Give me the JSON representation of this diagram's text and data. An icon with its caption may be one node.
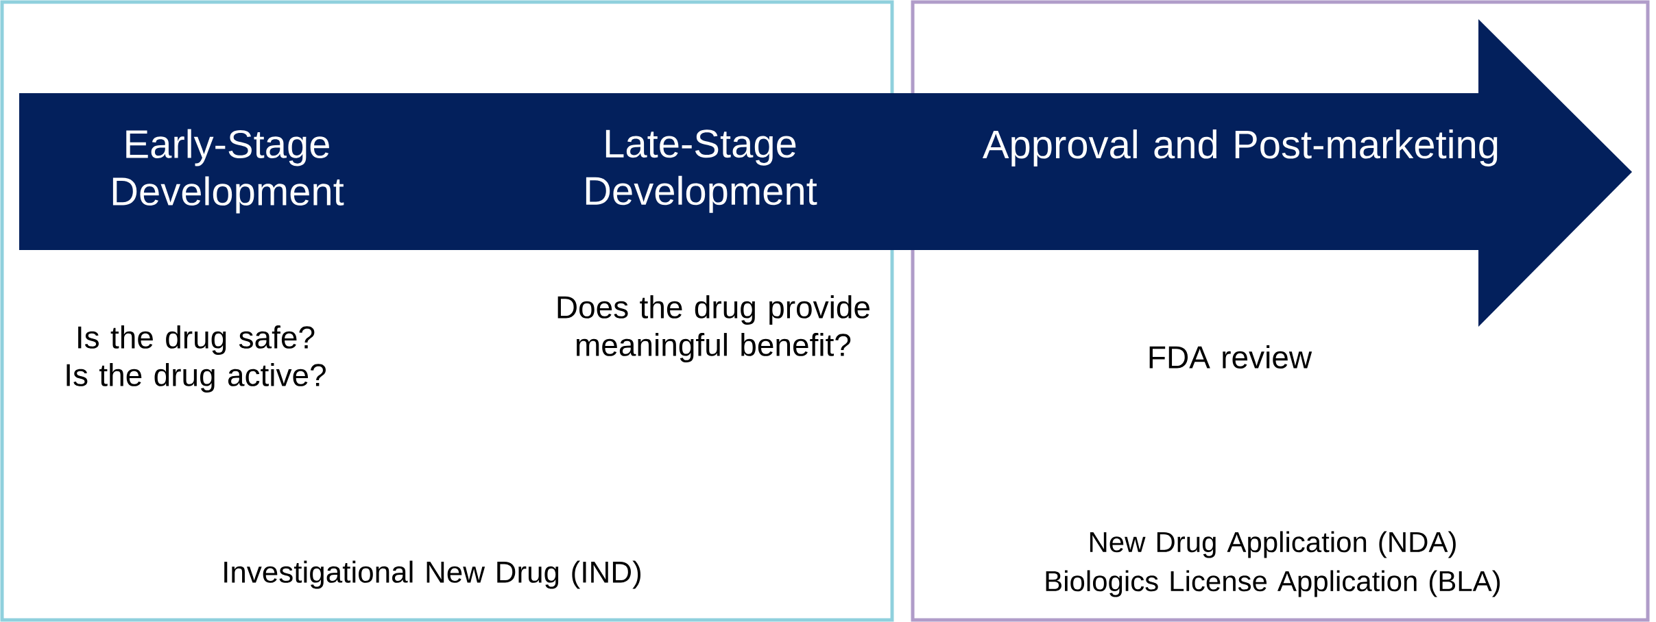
{
  "diagram": {
    "nodes": [
      {
        "text": [
          "Is the drug safe? Is the drug active?",
          "Does the drug provide meaningful benefit?",
          "Investigational New Drug (IND)"
        ]
      },
      {
        "text": [
          "FDA review",
          "New Drug Application (NDA)",
          "Biologics License Application (BLA)"
        ]
      },
      {
        "text": [
          "Early-Stage Development",
          "Late-Stage Development",
          "Approval and Post-marketing"
        ]
      }
    ]
  }
}
